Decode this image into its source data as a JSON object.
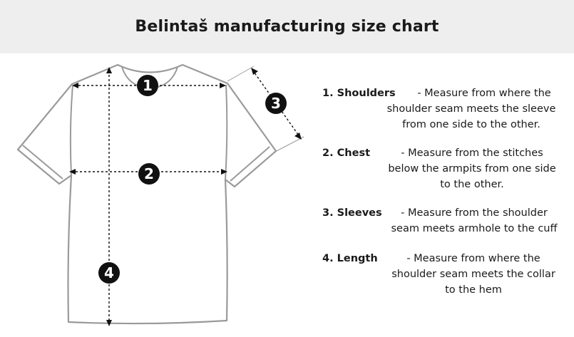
{
  "title": "Belintaš manufacturing size chart",
  "colors": {
    "header_bg": "#eeeeee",
    "shirt_outline": "#9a9a9a",
    "marker_bg": "#111111"
  },
  "markers": [
    "1",
    "2",
    "3",
    "4"
  ],
  "instructions": [
    {
      "label": "1. Shoulders",
      "lines": [
        "- Measure from where the",
        "shoulder seam meets the sleeve",
        "from one side to the other."
      ]
    },
    {
      "label": "2. Chest",
      "lines": [
        "- Measure from the stitches",
        "below the armpits from one side",
        "to the other."
      ]
    },
    {
      "label": "3. Sleeves",
      "lines": [
        "- Measure from the shoulder",
        "seam meets armhole to the cuff"
      ]
    },
    {
      "label": "4. Length",
      "lines": [
        "- Measure from where the",
        "shoulder seam meets the collar",
        "to the hem"
      ]
    }
  ]
}
